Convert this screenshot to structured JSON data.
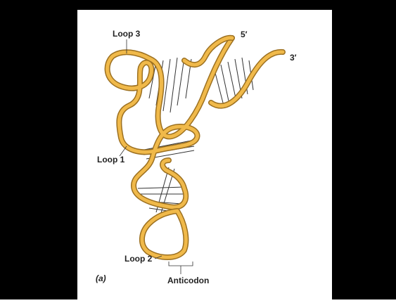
{
  "figure": {
    "panel_label": "(a)",
    "labels": {
      "loop3": "Loop 3",
      "loop1": "Loop 1",
      "loop2": "Loop 2",
      "five_prime": "5′",
      "three_prime": "3′",
      "anticodon": "Anticodon"
    },
    "colors": {
      "ribbon": "#e0a936",
      "ribbon_light": "#f3c24a",
      "ribbon_outline": "#9c7020",
      "base_pair_lines": "#333333",
      "frame": "#000000"
    }
  }
}
